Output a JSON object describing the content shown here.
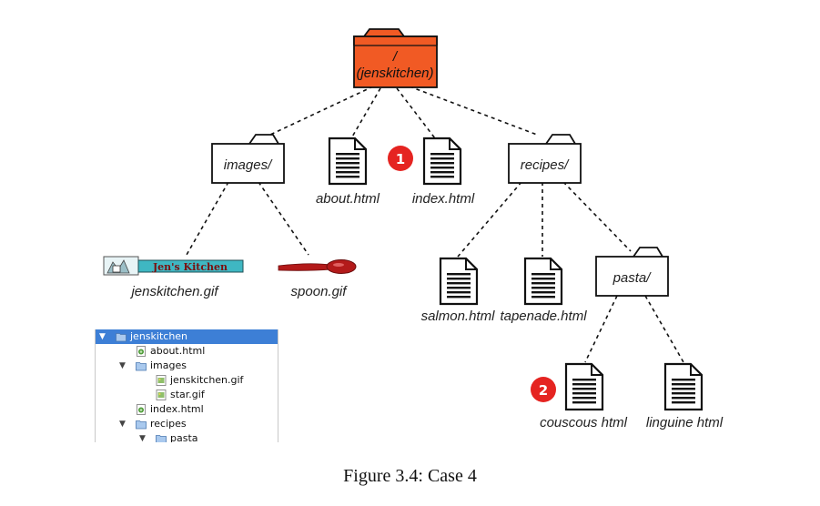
{
  "root": {
    "line1": "/",
    "line2": "(jenskitchen)"
  },
  "nodes": {
    "images": "images/",
    "about": "about.html",
    "index": "index.html",
    "recipes": "recipes/",
    "jenskitchen_gif": "jenskitchen.gif",
    "spoon_gif": "spoon.gif",
    "salmon": "salmon.html",
    "tapenade": "tapenade.html",
    "pasta": "pasta/",
    "couscous": "couscous html",
    "linguine": "linguine html"
  },
  "logo_text": "Jen's Kitchen",
  "badges": {
    "one": "1",
    "two": "2"
  },
  "tree_view": [
    {
      "label": "jenskitchen",
      "depth": 0,
      "kind": "folder",
      "expanded": true,
      "selected": true
    },
    {
      "label": "about.html",
      "depth": 1,
      "kind": "html"
    },
    {
      "label": "images",
      "depth": 1,
      "kind": "folder",
      "expanded": true
    },
    {
      "label": "jenskitchen.gif",
      "depth": 2,
      "kind": "gif"
    },
    {
      "label": "star.gif",
      "depth": 2,
      "kind": "gif"
    },
    {
      "label": "index.html",
      "depth": 1,
      "kind": "html"
    },
    {
      "label": "recipes",
      "depth": 1,
      "kind": "folder",
      "expanded": true
    },
    {
      "label": "pasta",
      "depth": 2,
      "kind": "folder",
      "expanded": true
    }
  ],
  "caption": "Figure 3.4: Case 4",
  "colors": {
    "root_fill": "#f15a24",
    "badge": "#e52421",
    "selection": "#3d7fd6"
  }
}
